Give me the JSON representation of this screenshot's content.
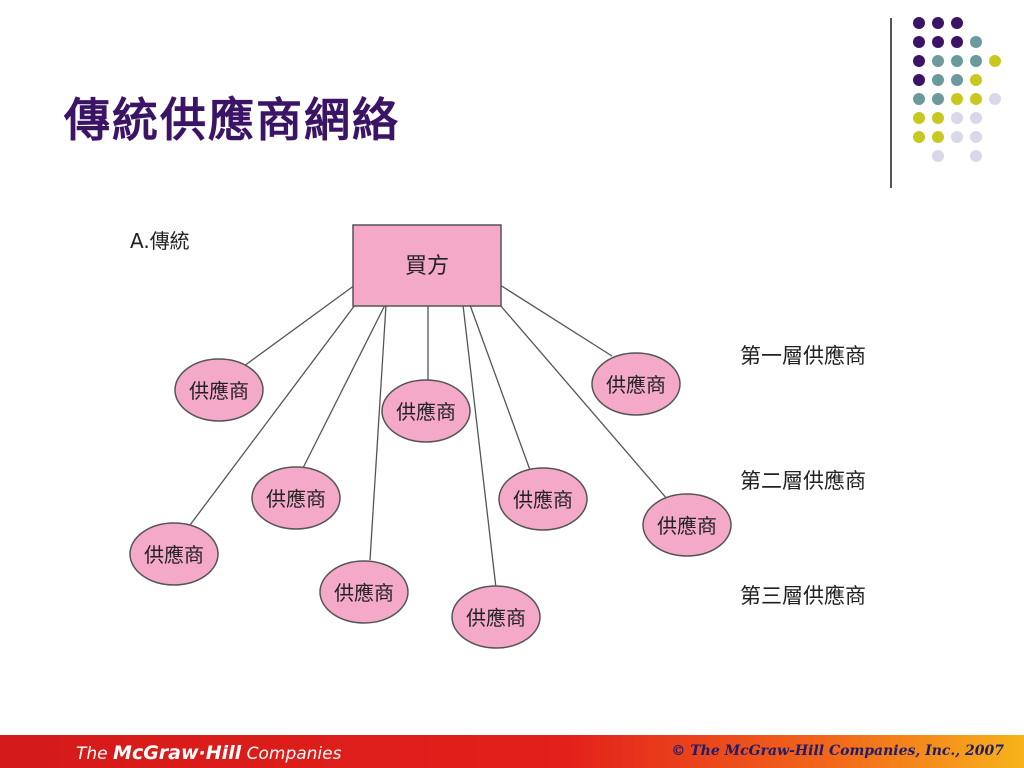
{
  "title": "傳統供應商網絡",
  "diagram": {
    "sublabel": "A.傳統",
    "buyer": "買方",
    "supplier_label": "供應商",
    "tiers": [
      "第一層供應商",
      "第二層供應商",
      "第三層供應商"
    ]
  },
  "footer": {
    "logo_prefix": "The ",
    "logo_brand": "McGraw·Hill",
    "logo_suffix": " Companies",
    "copyright": "© The McGraw-Hill Companies, Inc., 2007"
  },
  "colors": {
    "title": "#3b1466",
    "node_fill": "#f5a9c9",
    "node_stroke": "#555555",
    "dot_purple": "#3b1466",
    "dot_teal": "#6a9a9a",
    "dot_yellow": "#c8c820",
    "dot_lavender": "#d8d8e8",
    "footer_red": "#e3201b"
  }
}
